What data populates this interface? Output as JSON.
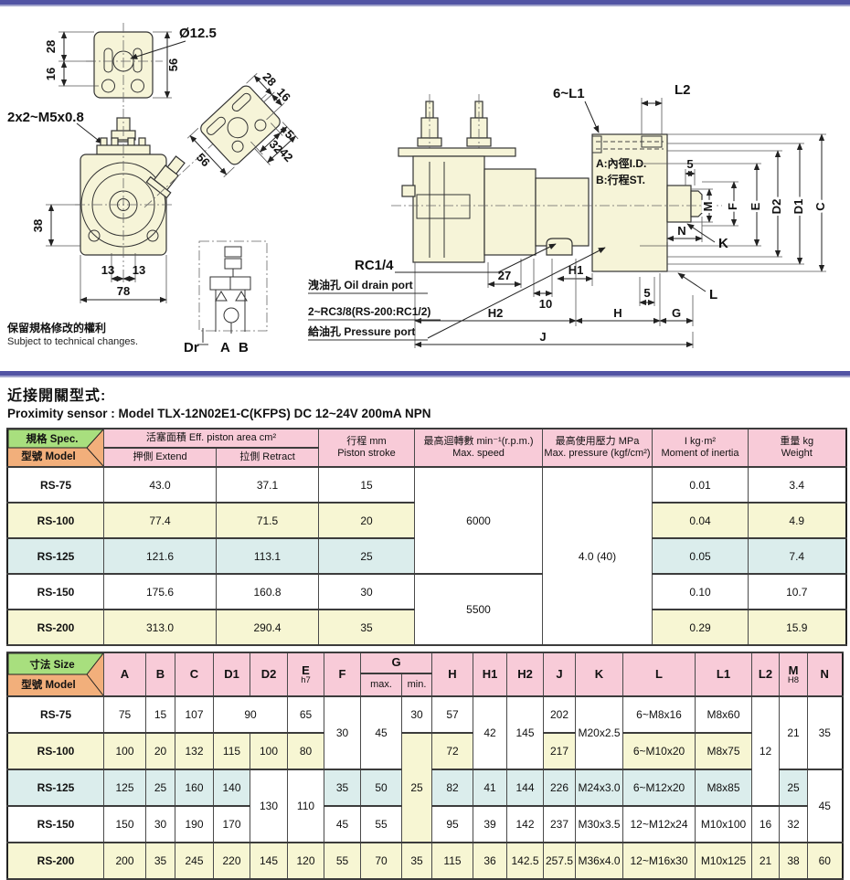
{
  "section": {
    "title_zh": "近接開關型式:",
    "sensor_line": "Proximity sensor : Model TLX-12N02E1-C(KFPS) DC 12~24V  200mA NPN"
  },
  "d": {
    "n28": "28",
    "n16": "16",
    "n56": "56",
    "dia": "Ø12.5",
    "thread": "2x2~M5x0.8",
    "n5": "5",
    "n32": "32",
    "n42": "42",
    "n38": "38",
    "n13": "13",
    "n78": "78",
    "dr": "Dr",
    "A": "A",
    "B": "B",
    "note_zh": "保留規格修改的權利",
    "note_en": "Subject to technical changes.",
    "l61": "6~L1",
    "L2": "L2",
    "aid": "A:內徑I.D.",
    "bst": "B:行程ST.",
    "M": "M",
    "F": "F",
    "E": "E",
    "D2": "D2",
    "D1": "D1",
    "C": "C",
    "N": "N",
    "K": "K",
    "L": "L",
    "rc14": "RC1/4",
    "drain": "洩油孔 Oil drain port",
    "n27": "27",
    "n10": "10",
    "H1": "H1",
    "rc38": "2~RC3/8(RS-200:RC1/2)",
    "pressure": "給油孔 Pressure port",
    "H2": "H2",
    "H": "H",
    "G": "G",
    "J": "J"
  },
  "t1": {
    "header": {
      "spec": "規格 Spec.",
      "model": "型號 Model",
      "area": "活塞面積  Eff. piston area  cm²",
      "extend": "押側  Extend",
      "retract": "拉側 Retract",
      "stroke_zh": "行程 mm",
      "stroke_en": "Piston stroke",
      "speed_zh": "最高迴轉數 min⁻¹(r.p.m.)",
      "speed_en": "Max. speed",
      "pressure_zh": "最高使用壓力 MPa",
      "pressure_en": "Max. pressure (kgf/cm²)",
      "inertia_zh": "I    kg·m²",
      "inertia_en": "Moment of inertia",
      "weight_zh": "重量 kg",
      "weight_en": "Weight"
    },
    "speed_high": "6000",
    "speed_low": "5500",
    "pressure_all": "4.0 (40)",
    "rows": [
      {
        "model": "RS-75",
        "extend": "43.0",
        "retract": "37.1",
        "stroke": "15",
        "inertia": "0.01",
        "weight": "3.4"
      },
      {
        "model": "RS-100",
        "extend": "77.4",
        "retract": "71.5",
        "stroke": "20",
        "inertia": "0.04",
        "weight": "4.9"
      },
      {
        "model": "RS-125",
        "extend": "121.6",
        "retract": "113.1",
        "stroke": "25",
        "inertia": "0.05",
        "weight": "7.4"
      },
      {
        "model": "RS-150",
        "extend": "175.6",
        "retract": "160.8",
        "stroke": "30",
        "inertia": "0.10",
        "weight": "10.7"
      },
      {
        "model": "RS-200",
        "extend": "313.0",
        "retract": "290.4",
        "stroke": "35",
        "inertia": "0.29",
        "weight": "15.9"
      }
    ]
  },
  "t2": {
    "header": {
      "size": "寸法 Size",
      "model": "型號 Model",
      "a": "A",
      "b": "B",
      "c": "C",
      "d1": "D1",
      "d2": "D2",
      "e": "E",
      "e_sub": "h7",
      "f": "F",
      "g": "G",
      "g_max": "max.",
      "g_min": "min.",
      "h": "H",
      "h1": "H1",
      "h2": "H2",
      "j": "J",
      "k": "K",
      "l": "L",
      "l1": "L1",
      "l2": "L2",
      "m": "M",
      "m_sub": "H8",
      "n": "N"
    },
    "rows": [
      {
        "model": "RS-75",
        "a": "75",
        "b": "15",
        "c": "107",
        "d1d2": "90",
        "e": "65",
        "f": "30",
        "gmax": "45",
        "gmin": "30",
        "h": "57",
        "h1": "42",
        "h2": "145",
        "j": "202",
        "k": "M20x2.5",
        "l": "6~M8x16",
        "l1": "M8x60",
        "l2": "12",
        "m": "21",
        "n": "35"
      },
      {
        "model": "RS-100",
        "a": "100",
        "b": "20",
        "c": "132",
        "d1": "115",
        "d2": "100",
        "e": "80",
        "gmin": "25",
        "h": "72",
        "j": "217",
        "l": "6~M10x20",
        "l1": "M8x75"
      },
      {
        "model": "RS-125",
        "a": "125",
        "b": "25",
        "c": "160",
        "d1": "140",
        "d2": "130",
        "e": "110",
        "f": "35",
        "gmax": "50",
        "h": "82",
        "h1": "41",
        "h2": "144",
        "j": "226",
        "k": "M24x3.0",
        "l": "6~M12x20",
        "l1": "M8x85",
        "m": "25",
        "n": "45"
      },
      {
        "model": "RS-150",
        "a": "150",
        "b": "30",
        "c": "190",
        "d1": "170",
        "f": "45",
        "gmax": "55",
        "h": "95",
        "h1": "39",
        "h2": "142",
        "j": "237",
        "k": "M30x3.5",
        "l": "12~M12x24",
        "l1": "M10x100",
        "l2": "16",
        "m": "32"
      },
      {
        "model": "RS-200",
        "a": "200",
        "b": "35",
        "c": "245",
        "d1": "220",
        "d2": "145",
        "e": "120",
        "f": "55",
        "gmax": "70",
        "gmin": "35",
        "h": "115",
        "h1": "36",
        "h2": "142.5",
        "j": "257.5",
        "k": "M36x4.0",
        "l": "12~M16x30",
        "l1": "M10x125",
        "l2": "21",
        "m": "38",
        "n": "60"
      }
    ]
  }
}
